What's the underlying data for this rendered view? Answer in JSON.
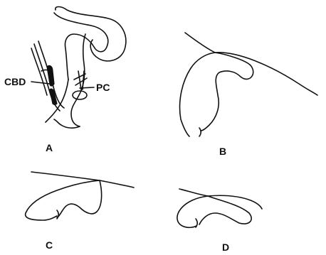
{
  "panels": {
    "a": {
      "label": "A"
    },
    "b": {
      "label": "B"
    },
    "c": {
      "label": "C"
    },
    "d": {
      "label": "D"
    }
  },
  "annotations": {
    "cbd": "CBD",
    "pc": "PC"
  },
  "colors": {
    "ink": "#111111",
    "background": "#ffffff"
  }
}
